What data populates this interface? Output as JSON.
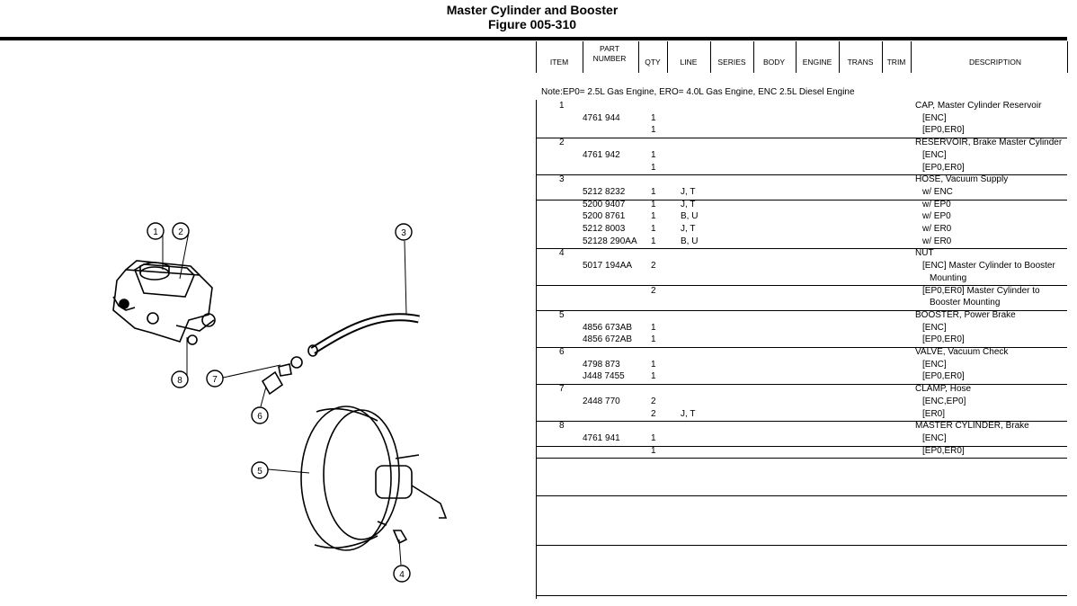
{
  "header": {
    "title": "Master Cylinder and Booster",
    "figure": "Figure 005-310"
  },
  "columns": [
    {
      "label": "ITEM",
      "sub": ""
    },
    {
      "label": "PART",
      "sub": "NUMBER"
    },
    {
      "label": "QTY",
      "sub": ""
    },
    {
      "label": "LINE",
      "sub": ""
    },
    {
      "label": "SERIES",
      "sub": ""
    },
    {
      "label": "BODY",
      "sub": ""
    },
    {
      "label": "ENGINE",
      "sub": ""
    },
    {
      "label": "TRANS",
      "sub": ""
    },
    {
      "label": "TRIM",
      "sub": ""
    },
    {
      "label": "DESCRIPTION",
      "sub": ""
    }
  ],
  "note": "Note:EP0= 2.5L Gas Engine, ERO= 4.0L Gas Engine, ENC 2.5L Diesel Engine",
  "rows": [
    {
      "item": "1",
      "part": "",
      "qty": "",
      "line": "",
      "desc": "CAP, Master Cylinder Reservoir"
    },
    {
      "item": "",
      "part": "4761 944",
      "qty": "1",
      "line": "",
      "desc": "  [ENC]"
    },
    {
      "item": "",
      "part": "",
      "qty": "1",
      "line": "",
      "desc": "  [EP0,ER0]"
    },
    {
      "item": "2",
      "part": "",
      "qty": "",
      "line": "",
      "desc": "RESERVOIR, Brake Master Cylinder"
    },
    {
      "item": "",
      "part": "4761 942",
      "qty": "1",
      "line": "",
      "desc": "  [ENC]"
    },
    {
      "item": "",
      "part": "",
      "qty": "1",
      "line": "",
      "desc": "  [EP0,ER0]"
    },
    {
      "item": "3",
      "part": "",
      "qty": "",
      "line": "",
      "desc": "HOSE, Vacuum Supply"
    },
    {
      "item": "",
      "part": "5212 8232",
      "qty": "1",
      "line": "J, T",
      "desc": "  w/ ENC"
    },
    {
      "item": "",
      "part": "5200 9407",
      "qty": "1",
      "line": "J, T",
      "desc": "  w/ EP0"
    },
    {
      "item": "",
      "part": "5200 8761",
      "qty": "1",
      "line": "B, U",
      "desc": "  w/ EP0"
    },
    {
      "item": "",
      "part": "5212 8003",
      "qty": "1",
      "line": "J, T",
      "desc": "  w/ ER0"
    },
    {
      "item": "",
      "part": "52128 290AA",
      "qty": "1",
      "line": "B, U",
      "desc": "  w/ ER0"
    },
    {
      "item": "4",
      "part": "",
      "qty": "",
      "line": "",
      "desc": "NUT"
    },
    {
      "item": "",
      "part": "5017 194AA",
      "qty": "2",
      "line": "",
      "desc": "  [ENC] Master Cylinder to Booster"
    },
    {
      "item": "",
      "part": "",
      "qty": "",
      "line": "",
      "desc": "    Mounting"
    },
    {
      "item": "",
      "part": "",
      "qty": "2",
      "line": "",
      "desc": "  [EP0,ER0] Master Cylinder to"
    },
    {
      "item": "",
      "part": "",
      "qty": "",
      "line": "",
      "desc": "    Booster Mounting"
    },
    {
      "item": "5",
      "part": "",
      "qty": "",
      "line": "",
      "desc": "BOOSTER, Power Brake"
    },
    {
      "item": "",
      "part": "4856 673AB",
      "qty": "1",
      "line": "",
      "desc": "  [ENC]"
    },
    {
      "item": "",
      "part": "4856 672AB",
      "qty": "1",
      "line": "",
      "desc": "  [EP0,ER0]"
    },
    {
      "item": "6",
      "part": "",
      "qty": "",
      "line": "",
      "desc": "VALVE, Vacuum Check"
    },
    {
      "item": "",
      "part": "4798 873",
      "qty": "1",
      "line": "",
      "desc": "  [ENC]"
    },
    {
      "item": "",
      "part": "J448 7455",
      "qty": "1",
      "line": "",
      "desc": "  [EP0,ER0]"
    },
    {
      "item": "7",
      "part": "",
      "qty": "",
      "line": "",
      "desc": "CLAMP, Hose"
    },
    {
      "item": "",
      "part": "2448 770",
      "qty": "2",
      "line": "",
      "desc": "  [ENC,EP0]"
    },
    {
      "item": "",
      "part": "",
      "qty": "2",
      "line": "J, T",
      "desc": "  [ER0]"
    },
    {
      "item": "8",
      "part": "",
      "qty": "",
      "line": "",
      "desc": "MASTER CYLINDER, Brake"
    },
    {
      "item": "",
      "part": "4761 941",
      "qty": "1",
      "line": "",
      "desc": "  [ENC]"
    },
    {
      "item": "",
      "part": "",
      "qty": "1",
      "line": "",
      "desc": "  [EP0,ER0]"
    }
  ],
  "callouts": [
    "1",
    "2",
    "3",
    "4",
    "5",
    "6",
    "7",
    "8"
  ]
}
